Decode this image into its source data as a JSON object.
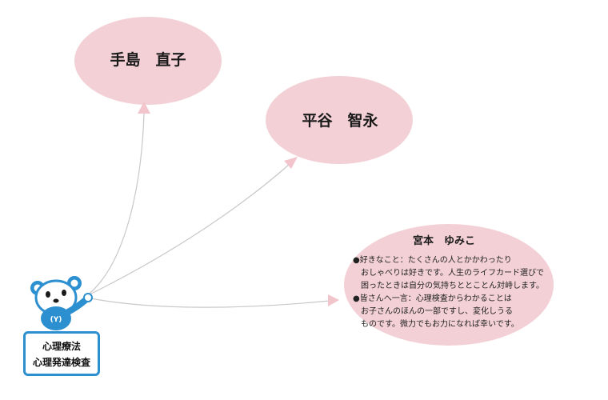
{
  "nodes": [
    {
      "name": "手島　直子"
    },
    {
      "name": "平谷　智永"
    },
    {
      "name": "宮本　ゆみこ",
      "description": [
        "●好きなこと：たくさんの人とかかわったり",
        "おしゃべりは好きです。人生のライフカード選びで",
        "困ったときは自分の気持ちととことん対峙します。",
        "●皆さんへ一言：心理検査からわかることは",
        "お子さんのほんの一部ですし、変化しうる",
        "ものです。微力でもお力になれば幸いです。"
      ]
    }
  ],
  "mascot": {
    "icon": "bear-mascot-icon",
    "chest_mark": "(Y)",
    "sign_lines": [
      "心理療法",
      "心理発達検査"
    ]
  },
  "colors": {
    "ellipse_fill": "#f2d0d6",
    "arrow": "#c8c8cc",
    "arrowhead": "#f2c4cc",
    "mascot_blue": "#2c8fd0"
  }
}
